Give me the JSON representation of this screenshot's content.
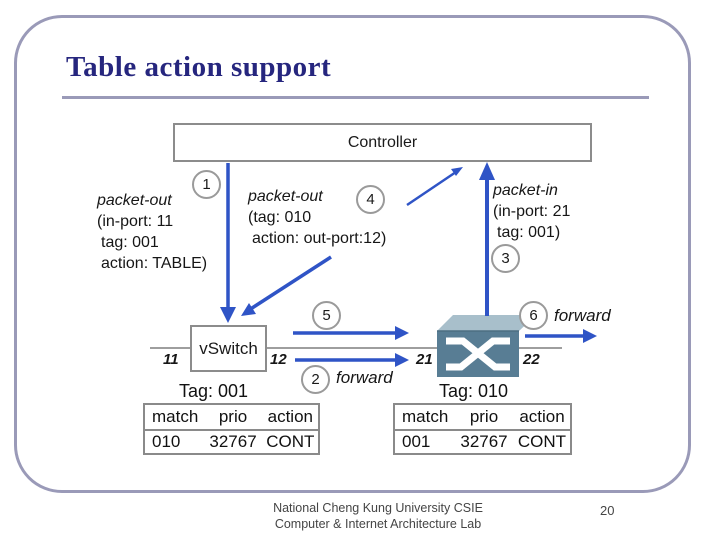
{
  "slide": {
    "title": "Table action support",
    "page_number": "20",
    "footer": {
      "line1": "National Cheng Kung University CSIE",
      "line2": "Computer & Internet Architecture Lab"
    }
  },
  "diagram": {
    "controller_label": "Controller",
    "vswitch_label": "vSwitch",
    "circles": {
      "c1": "1",
      "c2": "2",
      "c3": "3",
      "c4": "4",
      "c5": "5",
      "c6": "6"
    },
    "packet_out_left": {
      "title": "packet-out",
      "l1": "(in-port: 11",
      "l2": "tag: 001",
      "l3": "action: TABLE)"
    },
    "packet_out_mid": {
      "title": "packet-out",
      "l1": "(tag: 010",
      "l2": "action: out-port:12)"
    },
    "packet_in": {
      "title": "packet-in",
      "l1": "(in-port: 21",
      "l2": "tag: 001)"
    },
    "ports": {
      "p11": "11",
      "p12": "12",
      "p21": "21",
      "p22": "22"
    },
    "tags": {
      "left": "Tag: 001",
      "right": "Tag: 010"
    },
    "forward_bottom": "forward",
    "forward_right": "forward",
    "flow_table_left": {
      "headers": [
        "match",
        "prio",
        "action"
      ],
      "rows": [
        [
          "010",
          "32767",
          "CONT"
        ]
      ]
    },
    "flow_table_right": {
      "headers": [
        "match",
        "prio",
        "action"
      ],
      "rows": [
        [
          "001",
          "32767",
          "CONT"
        ]
      ]
    },
    "colors": {
      "arrow_blue": "#2f54c6",
      "wire_gray": "#9e9e9e",
      "switch_front": "#587d94",
      "switch_top": "#a8bfcb",
      "title_navy": "#26267e",
      "frame_gray": "#9a9ab8"
    }
  }
}
